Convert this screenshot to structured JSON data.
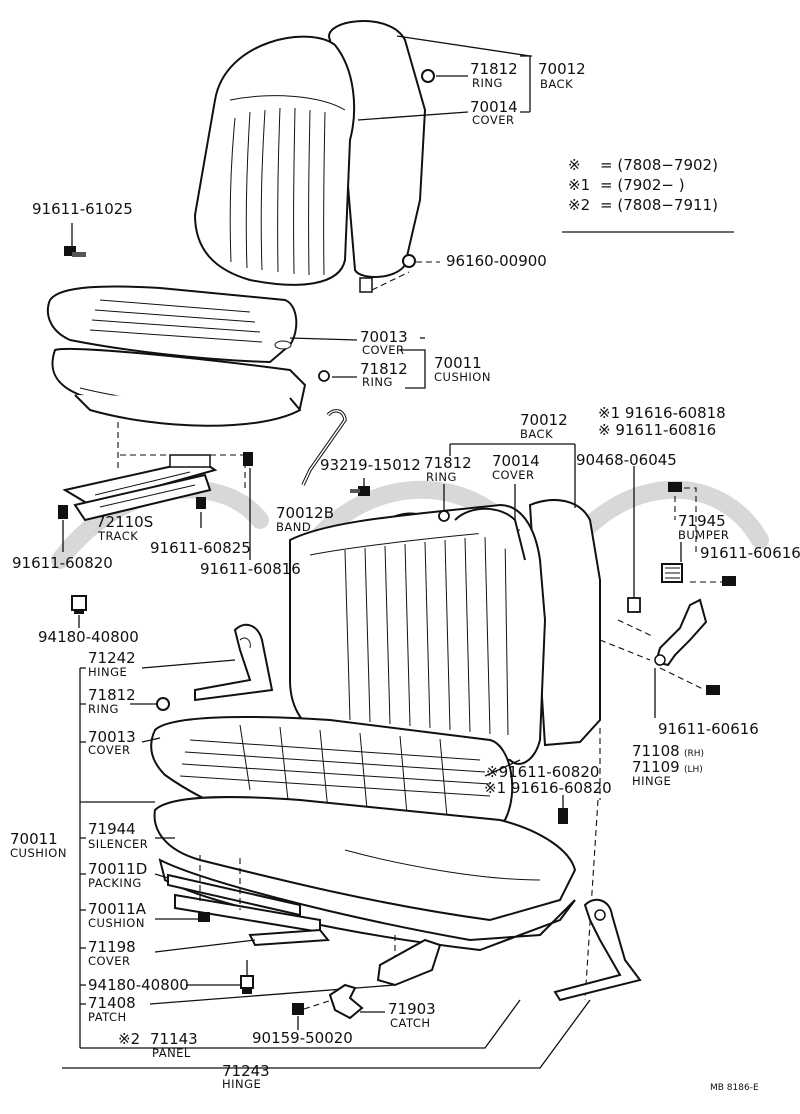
{
  "legend": {
    "line0_mark": "※",
    "line0_text": "= (7808−7902)",
    "line1_mark": "※1",
    "line1_text": "= (7902−       )",
    "line2_mark": "※2",
    "line2_text": "= (7808−7911)"
  },
  "labels": {
    "upper_ring_num": "71812",
    "upper_ring_word": "RING",
    "upper_back_num": "70012",
    "upper_back_word": "BACK",
    "upper_cover_num": "70014",
    "upper_cover_word": "COVER",
    "bolt_91611_61025": "91611-61025",
    "clip_96160": "96160-00900",
    "cush_cover_num": "70013",
    "cush_cover_word": "COVER",
    "cush_ring_num": "71812",
    "cush_ring_word": "RING",
    "cushion_num": "70011",
    "cushion_word": "CUSHION",
    "band_bolt": "93219-15012",
    "band_num": "70012B",
    "band_word": "BAND",
    "track_num": "72110S",
    "track_word": "TRACK",
    "bolt_60825": "91611-60825",
    "bolt_60820": "91611-60820",
    "bolt_60816_left": "91611-60816",
    "nut_40800": "94180-40800",
    "bench_back_num": "70012",
    "bench_back_word": "BACK",
    "bench_ring_num": "71812",
    "bench_ring_word": "RING",
    "bench_cover_num": "70014",
    "bench_cover_word": "COVER",
    "note_60818": "※1 91616-60818",
    "note_60816": "※  91611-60816",
    "clip_90468": "90468-06045",
    "bumper_num": "71945",
    "bumper_word": "BUMPER",
    "bolt_60616_top": "91611-60616",
    "bolt_60616_bottom": "91611-60616",
    "hinge_rh": "71108",
    "hinge_rh_sfx": "(RH)",
    "hinge_lh": "71109",
    "hinge_lh_sfx": "(LH)",
    "hinge_word_right": "HINGE",
    "hinge_left_num": "71242",
    "hinge_left_word": "HINGE",
    "bench_ring2_num": "71812",
    "bench_ring2_word": "RING",
    "bench_cover2_num": "70013",
    "bench_cover2_word": "COVER",
    "bench_cushion_num": "70011",
    "bench_cushion_word": "CUSHION",
    "silencer_num": "71944",
    "silencer_word": "SILENCER",
    "packing_num": "70011D",
    "packing_word": "PACKING",
    "cushion_a_num": "70011A",
    "cushion_a_word": "CUSHION",
    "cover_71198_num": "71198",
    "cover_71198_word": "COVER",
    "nut_40800_b": "94180-40800",
    "patch_num": "71408",
    "patch_word": "PATCH",
    "catch_num": "71903",
    "catch_word": "CATCH",
    "screw_50020": "90159-50020",
    "panel_mark": "※2",
    "panel_num": "71143",
    "panel_word": "PANEL",
    "hinge_bottom_num": "71243",
    "hinge_bottom_word": "HINGE",
    "note_60820": "※91611-60820",
    "note_1_60820": "※1 91616-60820",
    "figure_code": "MB 8186-E"
  }
}
